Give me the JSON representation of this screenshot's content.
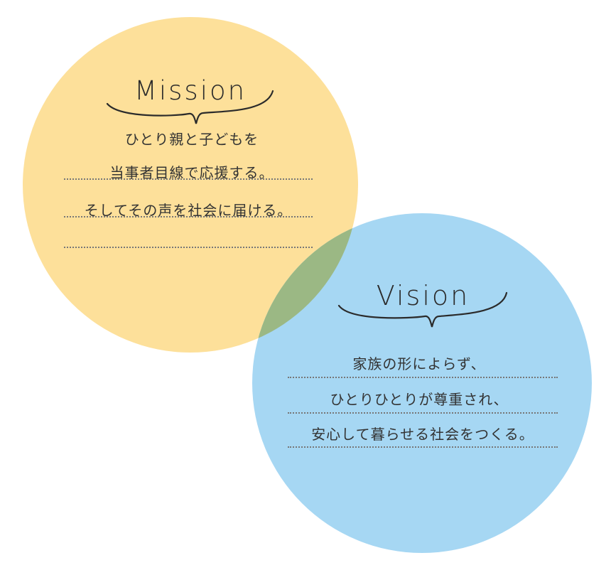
{
  "colors": {
    "mission_circle": "#fde09a",
    "vision_circle": "#a6d7f3",
    "overlap": "#9bb884",
    "text": "#333333",
    "dotted_rule": "#777777"
  },
  "mission": {
    "heading": "Mission",
    "lines": [
      "ひとり親と子どもを",
      "当事者目線で応援する。",
      "そしてその声を社会に届ける。"
    ]
  },
  "vision": {
    "heading": "Vision",
    "lines": [
      "家族の形によらず、",
      "ひとりひとりが尊重され、",
      "安心して暮らせる社会をつくる。"
    ]
  }
}
